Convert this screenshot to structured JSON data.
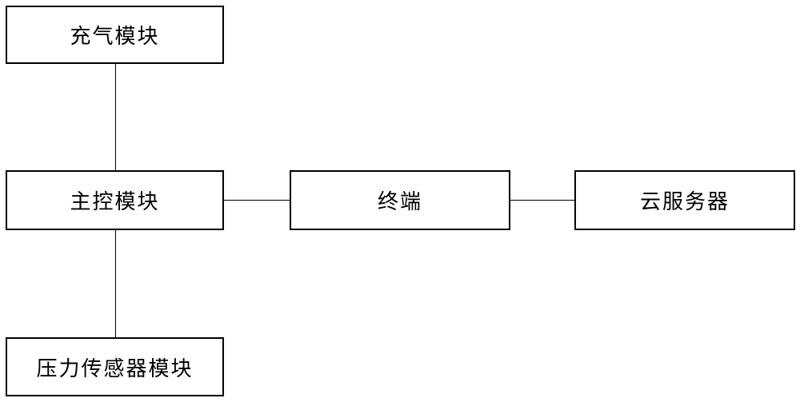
{
  "diagram": {
    "nodes": {
      "inflation_module": "充气模块",
      "main_control_module": "主控模块",
      "terminal": "终端",
      "cloud_server": "云服务器",
      "pressure_sensor_module": "压力传感器模块"
    },
    "edges": [
      {
        "from": "inflation_module",
        "to": "main_control_module"
      },
      {
        "from": "main_control_module",
        "to": "pressure_sensor_module"
      },
      {
        "from": "main_control_module",
        "to": "terminal"
      },
      {
        "from": "terminal",
        "to": "cloud_server"
      }
    ]
  }
}
